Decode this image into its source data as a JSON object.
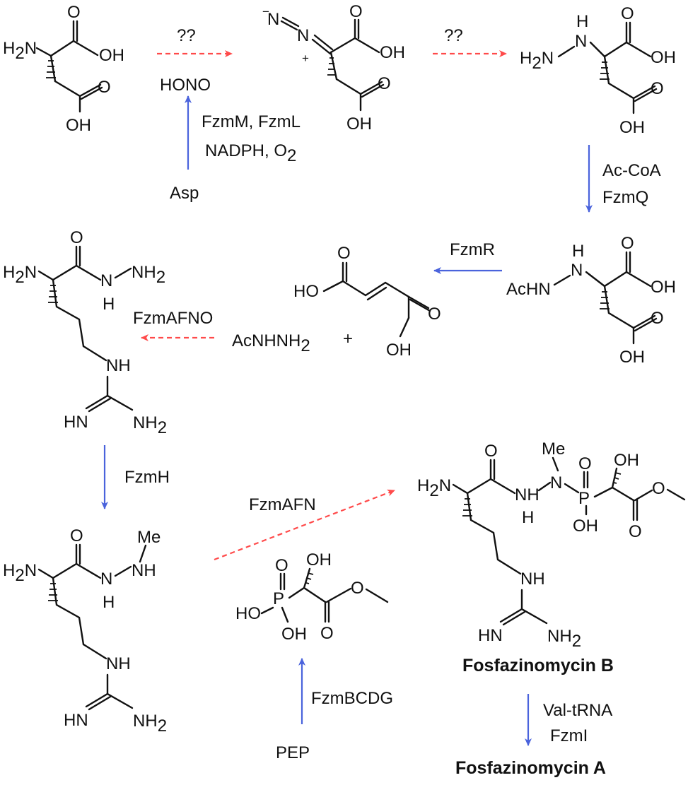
{
  "atoms": {
    "h2n": "H",
    "n": "N",
    "nh": "NH",
    "hn": "HN",
    "h": "H",
    "o": "O",
    "oh": "OH",
    "ho": "HO",
    "ho_p": "HO",
    "p": "P",
    "me": "Me",
    "acnhnh": "AcNHNH",
    "achn": "AcHN",
    "nh2_sub": "2",
    "n_minus": "N",
    "minus": "−",
    "plus": "+",
    "plus_sign": "+",
    "o2_sub": "2"
  },
  "reagents": {
    "unknown_1": "??",
    "unknown_2": "??",
    "hono": "HONO",
    "fzmm_fzml": "FzmM, FzmL",
    "nadph_o": "NADPH, O",
    "asp": "Asp",
    "ac_coa": "Ac-CoA",
    "fzmq": "FzmQ",
    "fzmr": "FzmR",
    "fzmafno": "FzmAFNO",
    "fzmh": "FzmH",
    "fzmafn": "FzmAFN",
    "fzmbcdg": "FzmBCDG",
    "pep": "PEP",
    "val_trna": "Val-tRNA",
    "fzmi": "FzmI"
  },
  "compounds": {
    "fosfazinomycin_b": "Fosfazinomycin B",
    "fosfazinomycin_a": "Fosfazinomycin A"
  },
  "colors": {
    "solid_arrow": "#4a63dc",
    "dashed_arrow": "#ff4a4a",
    "bond": "#111111"
  }
}
